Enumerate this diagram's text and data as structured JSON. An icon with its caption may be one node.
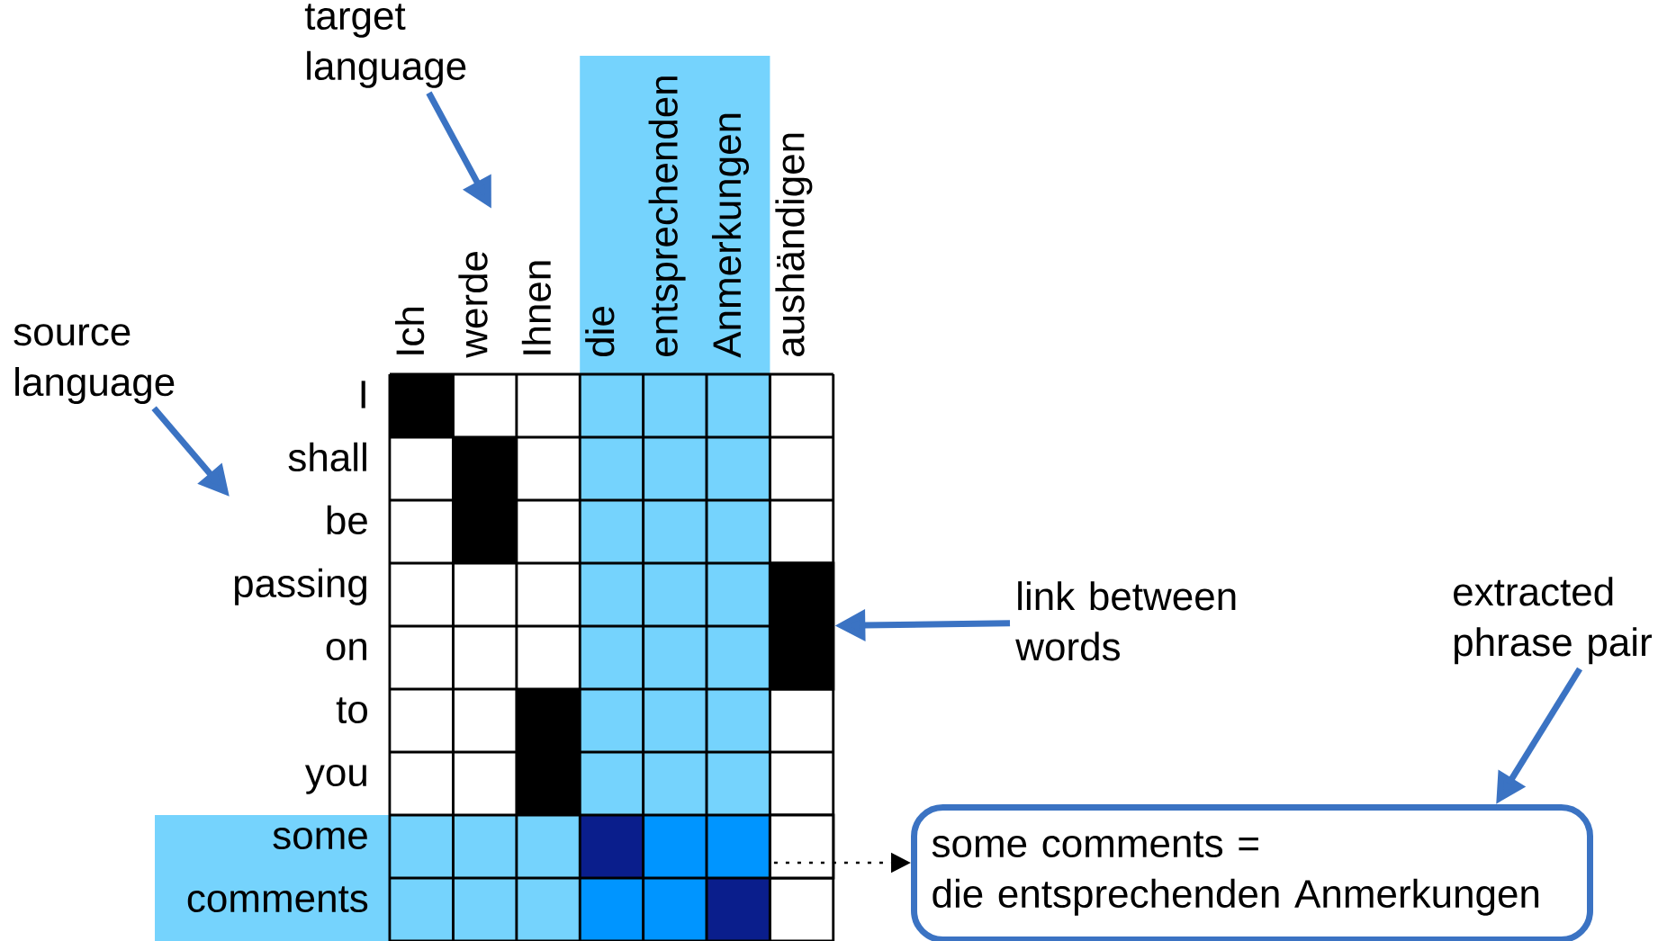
{
  "diagram": {
    "nodes": [
      {
        "text": [
          "target language"
        ]
      },
      {
        "text": [
          "source language"
        ]
      },
      {
        "text": [
          "link between words"
        ]
      },
      {
        "text": [
          "extracted phrase pair"
        ]
      },
      {
        "text": [
          "some comments =",
          "die entsprechenden Anmerkungen"
        ]
      },
      {
        "text": [],
        "shape": "box"
      },
      {
        "text": [],
        "shape": "box"
      }
    ],
    "edges": [
      {
        "from": 0,
        "to": null,
        "arrow": "to"
      },
      {
        "from": 1,
        "to": null,
        "arrow": "to"
      },
      {
        "from": 2,
        "to": 5,
        "arrow": "to"
      },
      {
        "from": 3,
        "to": 4,
        "arrow": "to"
      },
      {
        "from": 6,
        "to": 4,
        "arrow": "to",
        "style": "dashed",
        "color": "#000000"
      }
    ],
    "labels": [
      "Ich",
      "werde",
      "Ihnen",
      "die",
      "entsprechenden",
      "Anmerkungen",
      "aushändigen",
      "I",
      "shall",
      "be",
      "passing",
      "on",
      "to",
      "you",
      "some",
      "comments"
    ]
  }
}
